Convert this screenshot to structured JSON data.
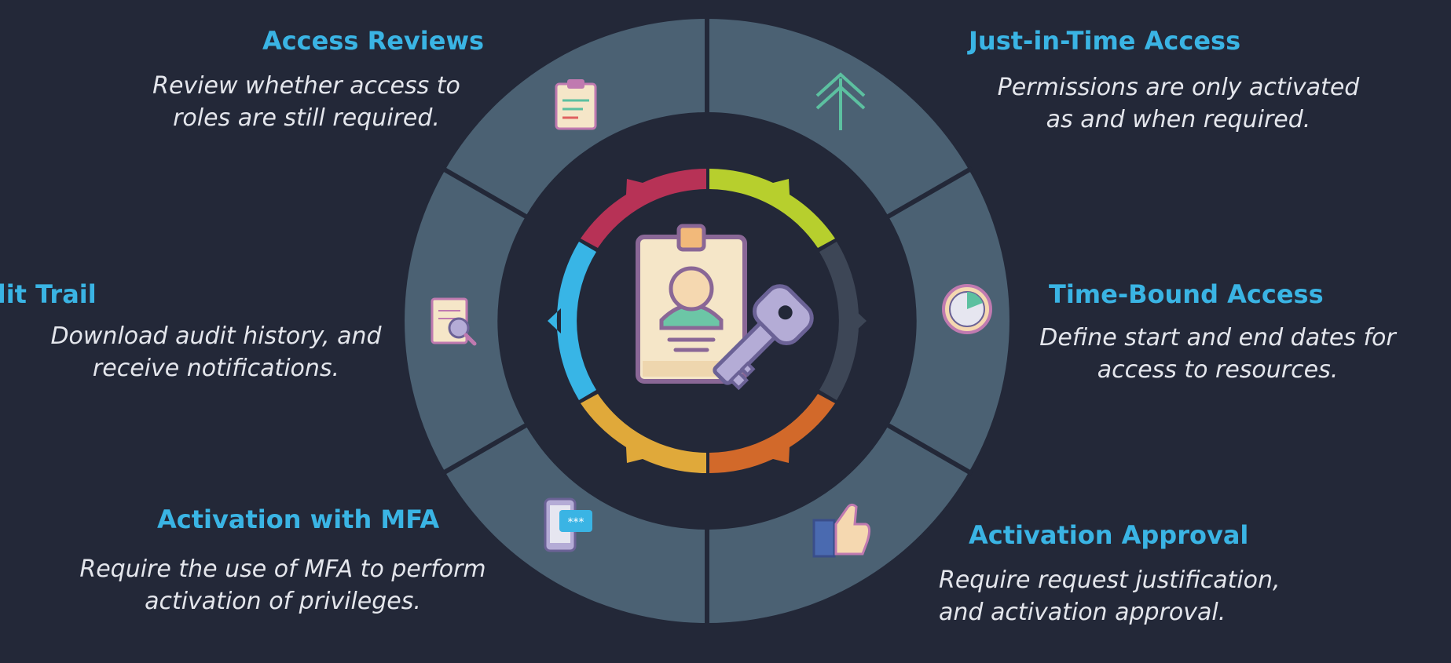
{
  "colors": {
    "background": "#232838",
    "segment": "#4b6173",
    "title": "#3ab4e4",
    "text": "#e4e6ec",
    "ring_red": "#b73256",
    "ring_green": "#b7cf2d",
    "ring_orange": "#d2692a",
    "ring_yellow": "#e0a93a",
    "ring_blue": "#38b5e6",
    "ring_gray": "#3d4656"
  },
  "center_icon": "id-badge-with-key-icon",
  "features": [
    {
      "id": "access-reviews",
      "title": "Access Reviews",
      "description": [
        "Review whether access to",
        "roles are still required."
      ],
      "icon": "clipboard-checklist-icon"
    },
    {
      "id": "just-in-time",
      "title": "Just-in-Time Access",
      "description": [
        "Permissions are only activated",
        "as and when required."
      ],
      "icon": "up-arrow-icon"
    },
    {
      "id": "time-bound",
      "title": "Time-Bound Access",
      "description": [
        "Define start and end dates for",
        "access to resources."
      ],
      "icon": "stopwatch-icon"
    },
    {
      "id": "activation-approval",
      "title": "Activation Approval",
      "description": [
        "Require request justification,",
        "and activation approval."
      ],
      "icon": "thumbs-up-icon"
    },
    {
      "id": "activation-mfa",
      "title": "Activation with MFA",
      "description": [
        "Require the use of MFA to perform",
        "activation of privileges."
      ],
      "icon": "phone-mfa-icon"
    },
    {
      "id": "audit-trail",
      "title": "Audit Trail",
      "description": [
        "Download audit history, and",
        "receive notifications."
      ],
      "icon": "document-search-icon"
    }
  ]
}
